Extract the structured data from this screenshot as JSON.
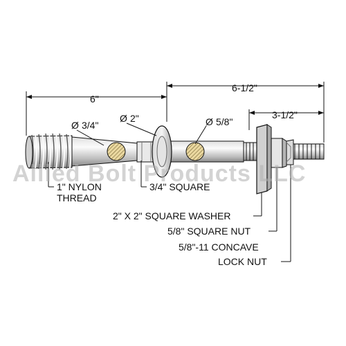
{
  "dimensions": {
    "overall_left": "6\"",
    "overall_right": "6-1/2\"",
    "thread_length": "3-1/2\"",
    "dia_three_quarter": "3/4\"",
    "dia_two": "2\"",
    "dia_five_eighths": "5/8\"",
    "diameter_symbol": "Ø"
  },
  "callouts": {
    "nylon_line1": "1\" NYLON",
    "nylon_line2": "THREAD",
    "square": "3/4\" SQUARE",
    "washer": "2\" X 2\" SQUARE WASHER",
    "square_nut": "5/8\" SQUARE NUT",
    "lock_nut_line1": "5/8\"-11 CONCAVE",
    "lock_nut_line2": "LOCK NUT"
  },
  "watermark": "Allied Bolt Products LLC",
  "colors": {
    "line": "#111111",
    "metal_light": "#f2f2f2",
    "metal_mid": "#c8c8c8",
    "metal_dark": "#8c8c8c",
    "hatch_fill": "#ead8a0",
    "watermark": "#b0b0b0"
  }
}
